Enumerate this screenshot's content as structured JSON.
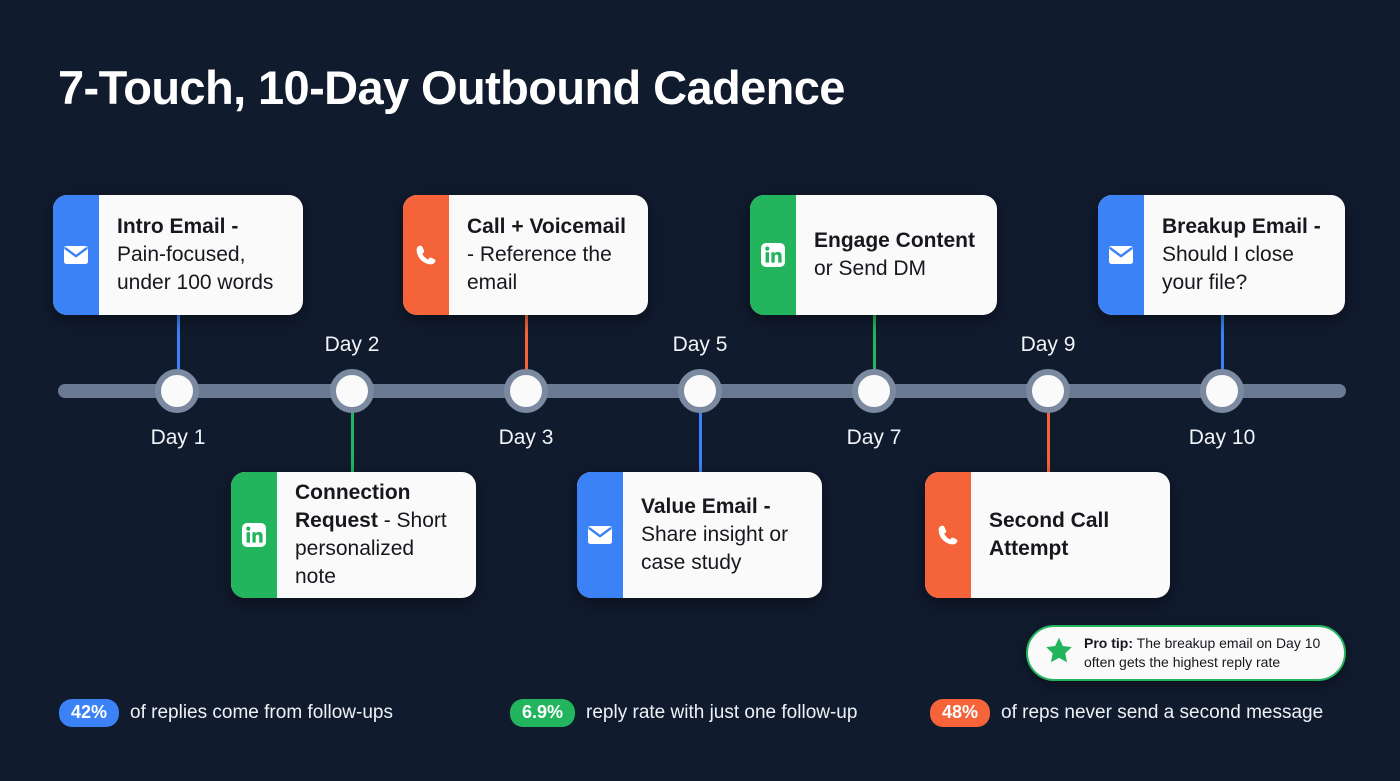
{
  "page": {
    "title": "7-Touch, 10-Day Outbound Cadence",
    "background_color": "#111B2E"
  },
  "colors": {
    "blue": "#3B82F6",
    "green": "#22B55E",
    "orange": "#F4633A",
    "timeline": "#6A7A93",
    "node_ring": "#7B8AA1",
    "card_bg": "#FAFAFA"
  },
  "timeline": {
    "nodes": [
      {
        "id": "day-1",
        "label": "Day 1",
        "position": "below"
      },
      {
        "id": "day-2",
        "label": "Day 2",
        "position": "above"
      },
      {
        "id": "day-3",
        "label": "Day 3",
        "position": "below"
      },
      {
        "id": "day-5",
        "label": "Day 5",
        "position": "above"
      },
      {
        "id": "day-7",
        "label": "Day 7",
        "position": "below"
      },
      {
        "id": "day-9",
        "label": "Day 9",
        "position": "above"
      },
      {
        "id": "day-10",
        "label": "Day 10",
        "position": "below"
      }
    ]
  },
  "touches": [
    {
      "id": "intro-email",
      "day": "Day 1",
      "side": "top",
      "icon": "envelope-icon",
      "accent": "#3B82F6",
      "bold_text": "Intro Email -",
      "rest_text": " Pain-focused, under 100 words"
    },
    {
      "id": "connection-request",
      "day": "Day 2",
      "side": "bottom",
      "icon": "linkedin-icon",
      "accent": "#22B55E",
      "bold_text": "Connection Request",
      "rest_text": " - Short personalized note"
    },
    {
      "id": "call-voicemail",
      "day": "Day 3",
      "side": "top",
      "icon": "phone-icon",
      "accent": "#F4633A",
      "bold_text": "Call + Voicemail",
      "rest_text": " - Reference the email"
    },
    {
      "id": "value-email",
      "day": "Day 5",
      "side": "bottom",
      "icon": "envelope-icon",
      "accent": "#3B82F6",
      "bold_text": "Value Email -",
      "rest_text": " Share insight or case study"
    },
    {
      "id": "engage-content",
      "day": "Day 7",
      "side": "top",
      "icon": "linkedin-icon",
      "accent": "#22B55E",
      "bold_text": "Engage Content",
      "rest_text": " or Send DM"
    },
    {
      "id": "second-call-attempt",
      "day": "Day 9",
      "side": "bottom",
      "icon": "phone-icon",
      "accent": "#F4633A",
      "bold_text": "Second Call Attempt",
      "rest_text": ""
    },
    {
      "id": "breakup-email",
      "day": "Day 10",
      "side": "top",
      "icon": "envelope-icon",
      "accent": "#3B82F6",
      "bold_text": "Breakup Email -",
      "rest_text": " Should I close your file?"
    }
  ],
  "protip": {
    "icon": "star-icon",
    "label": "Pro tip:",
    "text": " The breakup email on Day 10 often gets the highest reply rate",
    "border_color": "#22B55E"
  },
  "stats": [
    {
      "id": "stat-follow-ups",
      "value": "42%",
      "color": "#3B82F6",
      "text": "of replies come from follow-ups"
    },
    {
      "id": "stat-reply-rate",
      "value": "6.9%",
      "color": "#22B55E",
      "text": "reply rate with just one follow-up"
    },
    {
      "id": "stat-no-second-touch",
      "value": "48%",
      "color": "#F4633A",
      "text": "of reps never send a second message"
    }
  ]
}
